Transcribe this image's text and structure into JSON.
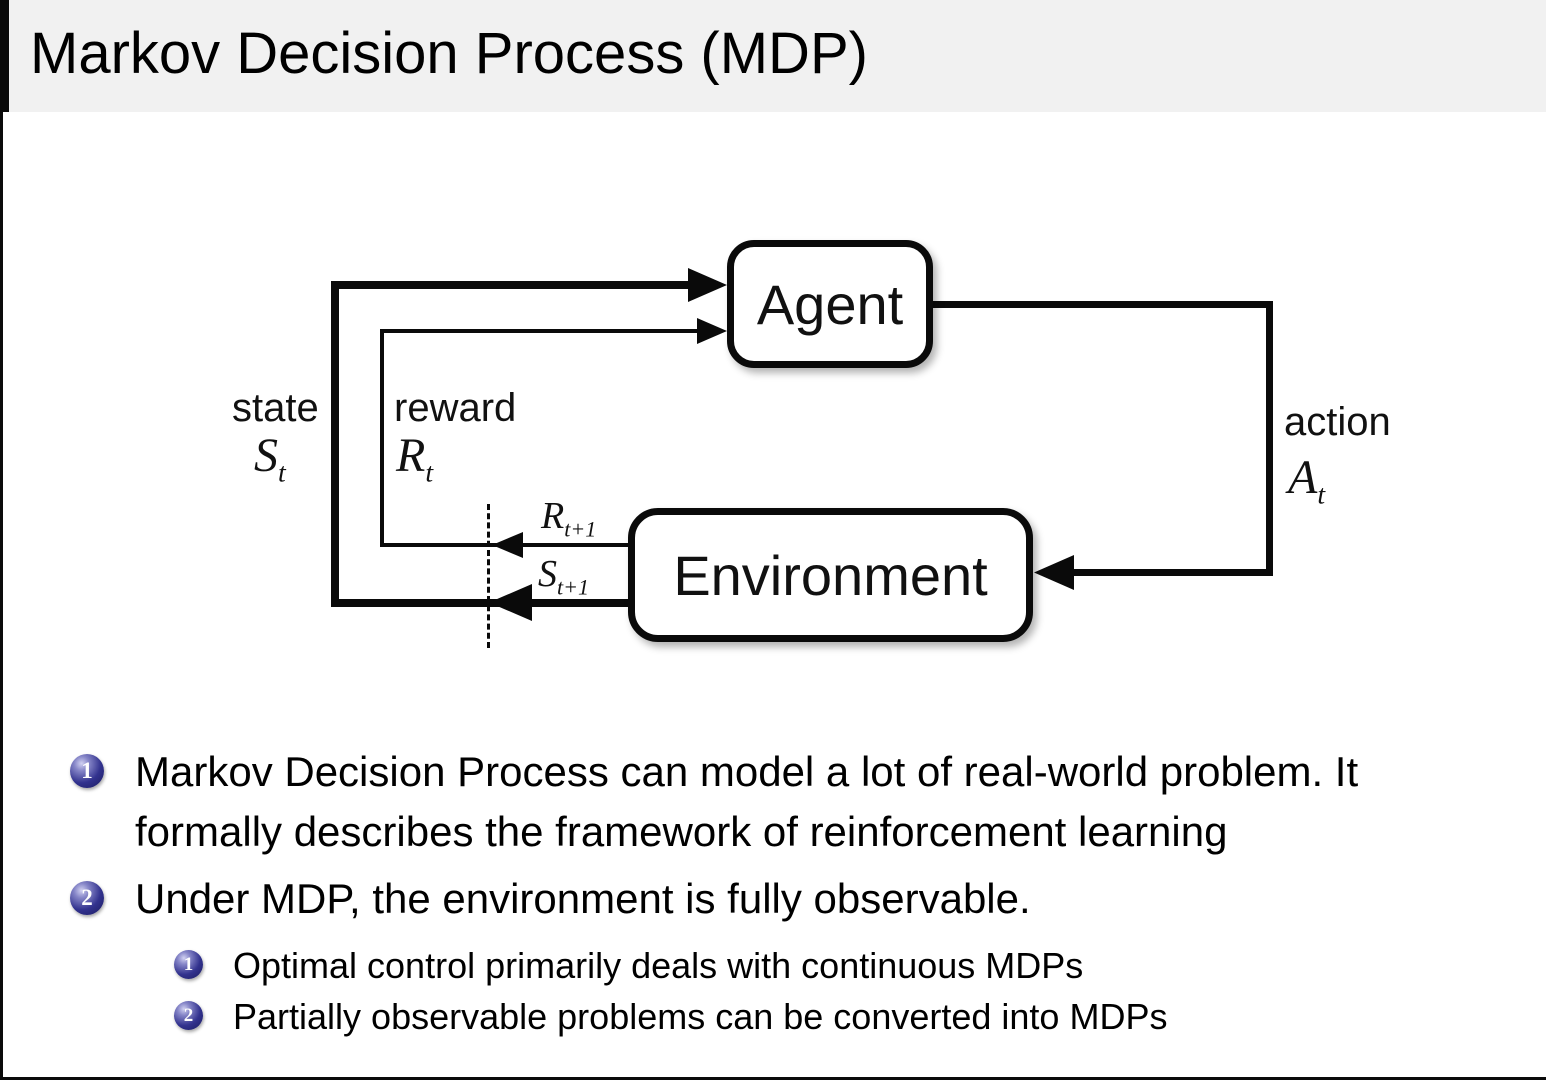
{
  "slide": {
    "title": "Markov Decision Process (MDP)"
  },
  "diagram": {
    "agent_label": "Agent",
    "environment_label": "Environment",
    "state": {
      "word": "state",
      "base": "S",
      "sub": "t"
    },
    "reward": {
      "word": "reward",
      "base": "R",
      "sub": "t"
    },
    "action": {
      "word": "action",
      "base": "A",
      "sub": "t"
    },
    "reward_next": {
      "base": "R",
      "sub": "t+1"
    },
    "state_next": {
      "base": "S",
      "sub": "t+1"
    }
  },
  "bullets": {
    "items": [
      {
        "number": "1",
        "lines": [
          "Markov Decision Process can model a lot of real-world problem. It",
          "formally describes the framework of reinforcement learning"
        ]
      },
      {
        "number": "2",
        "lines": [
          "Under MDP, the environment is fully observable."
        ],
        "subitems": [
          {
            "number": "1",
            "text": "Optimal control primarily deals with continuous MDPs"
          },
          {
            "number": "2",
            "text": "Partially observable problems can be converted into MDPs"
          }
        ]
      }
    ]
  },
  "colors": {
    "header_bg": "#f1f1f1",
    "ball_blue": "#32328e",
    "line_black": "#0a0a0a",
    "page_bg": "#ffffff"
  }
}
